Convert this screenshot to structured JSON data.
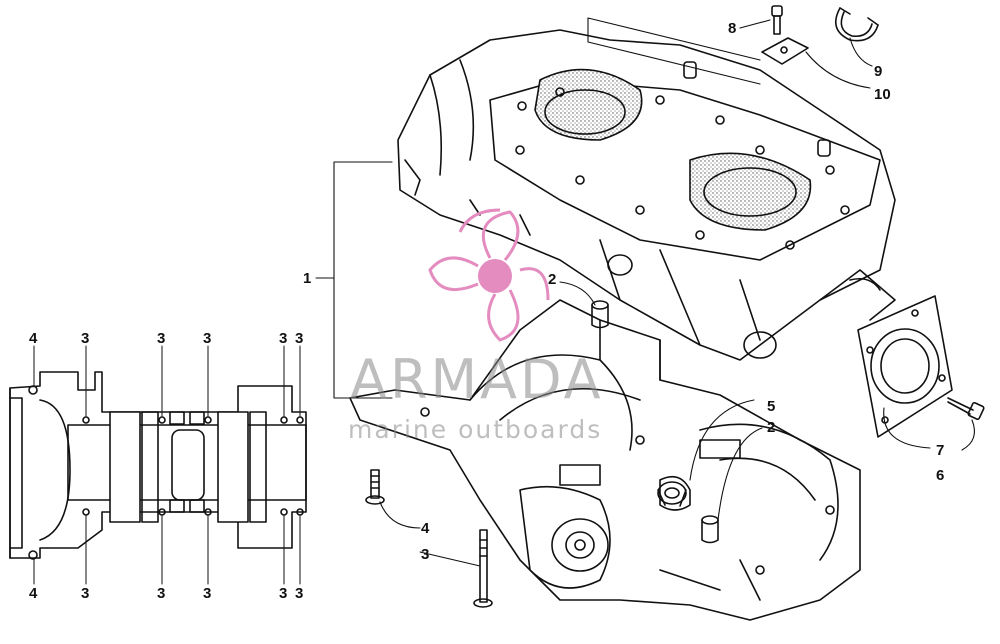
{
  "watermark": {
    "brand": "ARMADA",
    "tagline": "marine outboards",
    "logo_icon": "propeller-logo-icon",
    "accent_color": "#e48cbf"
  },
  "callouts": {
    "c1": "1",
    "c2a": "2",
    "c2b": "2",
    "c3_bolt": "3",
    "c4_bolt": "4",
    "c5": "5",
    "c6": "6",
    "c7": "7",
    "c8": "8",
    "c9": "9",
    "c10": "10",
    "plan_top": [
      "4",
      "3",
      "3",
      "3",
      "3",
      "3"
    ],
    "plan_bottom": [
      "4",
      "3",
      "3",
      "3",
      "3",
      "3"
    ]
  }
}
